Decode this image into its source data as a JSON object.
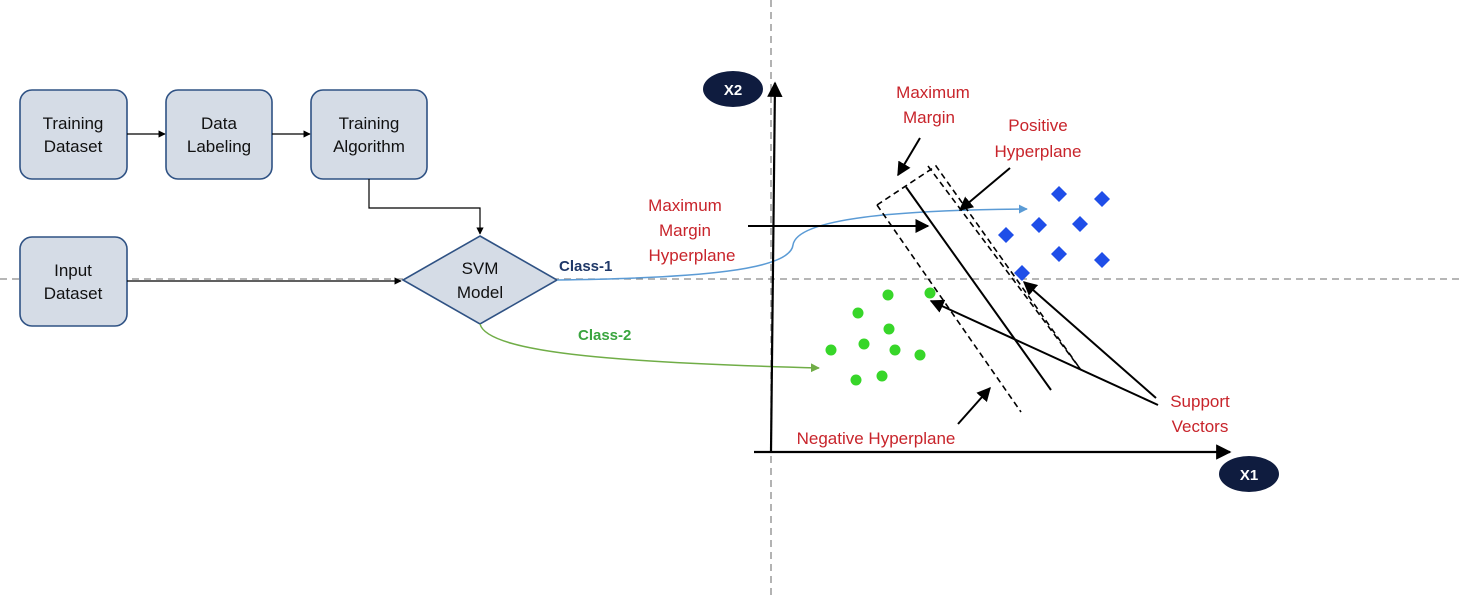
{
  "flow": {
    "training_dataset": [
      "Training",
      "Dataset"
    ],
    "data_labeling": [
      "Data",
      "Labeling"
    ],
    "training_algorithm": [
      "Training",
      "Algorithm"
    ],
    "input_dataset": [
      "Input",
      "Dataset"
    ],
    "svm_model": [
      "SVM",
      "Model"
    ],
    "class1_label": "Class-1",
    "class2_label": "Class-2"
  },
  "plot": {
    "x_axis_label": "X1",
    "y_axis_label": "X2",
    "maximum_margin": [
      "Maximum",
      "Margin"
    ],
    "positive_hyperplane": [
      "Positive",
      "Hyperplane"
    ],
    "maximum_margin_hyperplane": [
      "Maximum",
      "Margin",
      "Hyperplane"
    ],
    "negative_hyperplane": "Negative Hyperplane",
    "support_vectors": [
      "Support",
      "Vectors"
    ]
  },
  "colors": {
    "box_fill": "#d5dce6",
    "box_stroke": "#2f5284",
    "class1": "#1f3868",
    "class2": "#3aa53f",
    "class1_curve": "#5b9bd5",
    "class2_curve": "#70ad47",
    "annotation_red": "#c8242b",
    "blue_point": "#1f4ee8",
    "green_point": "#37d629",
    "axis_badge": "#0f1c3f"
  }
}
